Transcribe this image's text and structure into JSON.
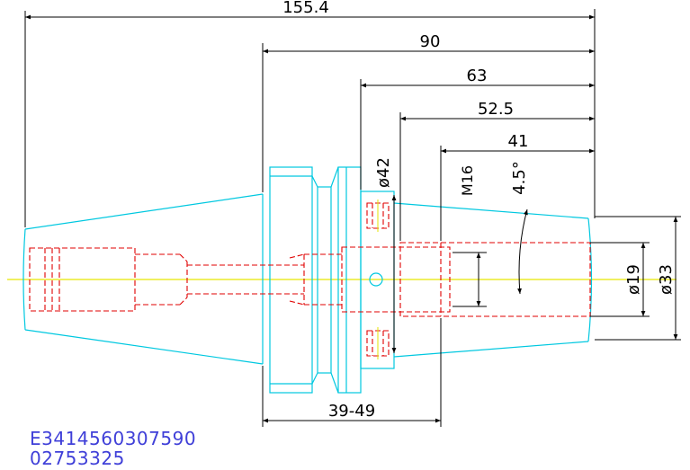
{
  "dimensions": {
    "overall_length": "155.4",
    "length_90": "90",
    "length_63": "63",
    "length_52_5": "52.5",
    "length_41": "41",
    "range_39_49": "39-49",
    "diameter_42": "ø42",
    "thread_m16": "M16",
    "angle": "4.5°",
    "diameter_19": "ø19",
    "diameter_33": "ø33"
  },
  "codes": {
    "line1": "E3414560307590",
    "line2": "02753325"
  },
  "colors": {
    "outline": "#00c8e0",
    "hidden_lines": "#e00000",
    "centerline": "#e6e600",
    "dimension": "#000000",
    "code_text": "#3f3fd8"
  }
}
